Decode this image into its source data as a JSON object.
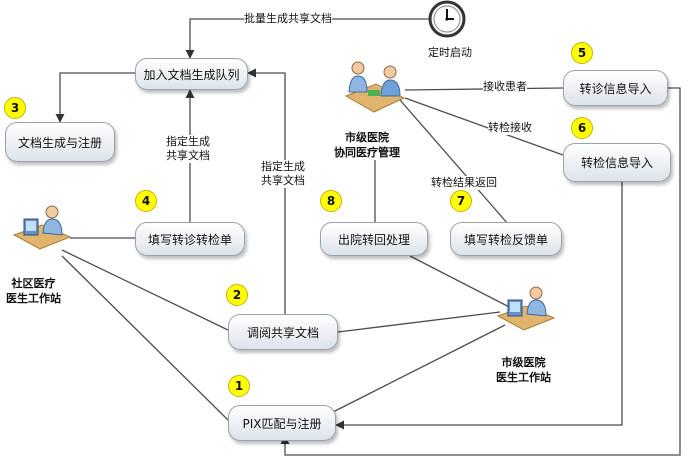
{
  "nodes": {
    "add_queue": "加入文档生成队列",
    "doc_register": "文档生成与注册",
    "fill_referral": "填写转诊转检单",
    "review_docs": "调阅共享文档",
    "pix": "PIX匹配与注册",
    "discharge": "出院转回处理",
    "fill_feedback": "填写转检反馈单",
    "referral_import": "转诊信息导入",
    "exam_import": "转检信息导入"
  },
  "steps": {
    "n1": "1",
    "n2": "2",
    "n3": "3",
    "n4": "4",
    "n5": "5",
    "n6": "6",
    "n7": "7",
    "n8": "8"
  },
  "labels": {
    "batch": "批量生成共享文档",
    "timer": "定时启动",
    "designate_1": "指定生成共享文档",
    "designate_2": "指定生成共享文档",
    "receive_patient": "接收患者",
    "receive_exam": "转检接收",
    "result_return": "转检结果返回"
  },
  "sites": {
    "community": "社区医疗\n医生工作站",
    "city_coop": "市级医院\n协同医疗管理",
    "city_doctor": "市级医院\n医生工作站"
  },
  "icons": [
    "clock-icon",
    "doctor-computer-icon",
    "doctor-consult-icon"
  ],
  "colors": {
    "badge": "#ffff00",
    "line": "#4d4d4d",
    "box_border": "#9aa3ad"
  }
}
